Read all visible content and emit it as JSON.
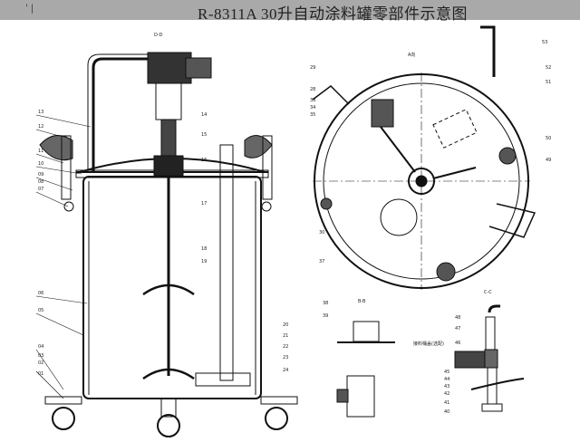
{
  "title": "R-8311A 30升自动涂料罐零部件示意图",
  "title_mark": "' |",
  "views": {
    "section_d": "D-D",
    "view_a": "A向",
    "section_b": "B-B",
    "section_c": "C-C"
  },
  "left_labels": [
    "13",
    "12",
    "11",
    "10",
    "09",
    "08",
    "07",
    "06",
    "05",
    "04",
    "03",
    "02",
    "01"
  ],
  "center_labels": [
    "14",
    "15",
    "16",
    "17",
    "18",
    "19"
  ],
  "right_labels": [
    "20",
    "21",
    "22",
    "23",
    "24"
  ],
  "top_view_labels": [
    "29",
    "28",
    "33",
    "34",
    "35",
    "30",
    "37",
    "53",
    "52",
    "51",
    "50",
    "49"
  ],
  "detail_c_labels": [
    "48",
    "47",
    "46",
    "45",
    "44",
    "43",
    "42",
    "41",
    "40"
  ],
  "detail_c_note": "接料桶盖(选配)",
  "detail_b_labels": [
    "38",
    "39"
  ]
}
